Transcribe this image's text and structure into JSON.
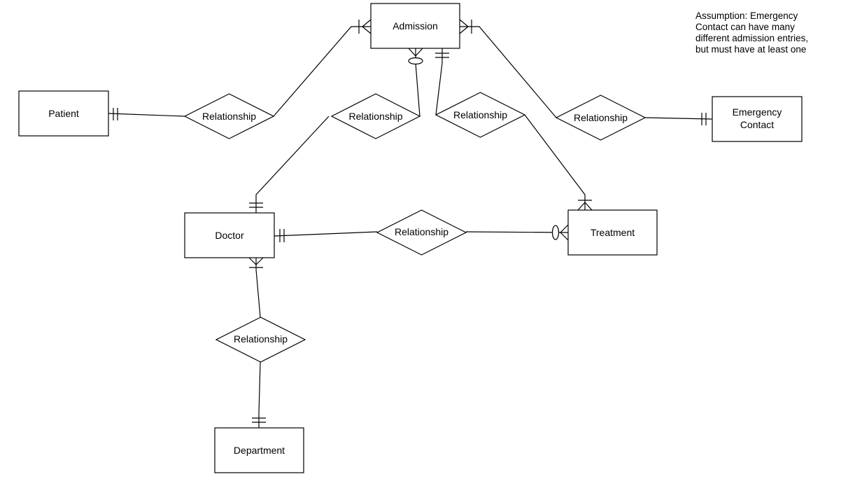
{
  "entities": {
    "admission": "Admission",
    "patient": "Patient",
    "emergency_contact": [
      "Emergency",
      "Contact"
    ],
    "doctor": "Doctor",
    "treatment": "Treatment",
    "department": "Department"
  },
  "relationships": {
    "patient_admission": "Relationship",
    "doctor_admission": "Relationship",
    "admission_treatment": "Relationship",
    "admission_emergency": "Relationship",
    "doctor_treatment": "Relationship",
    "doctor_department": "Relationship"
  },
  "note": "Assumption: Emergency Contact can have many different admission entries, but must have at least one"
}
